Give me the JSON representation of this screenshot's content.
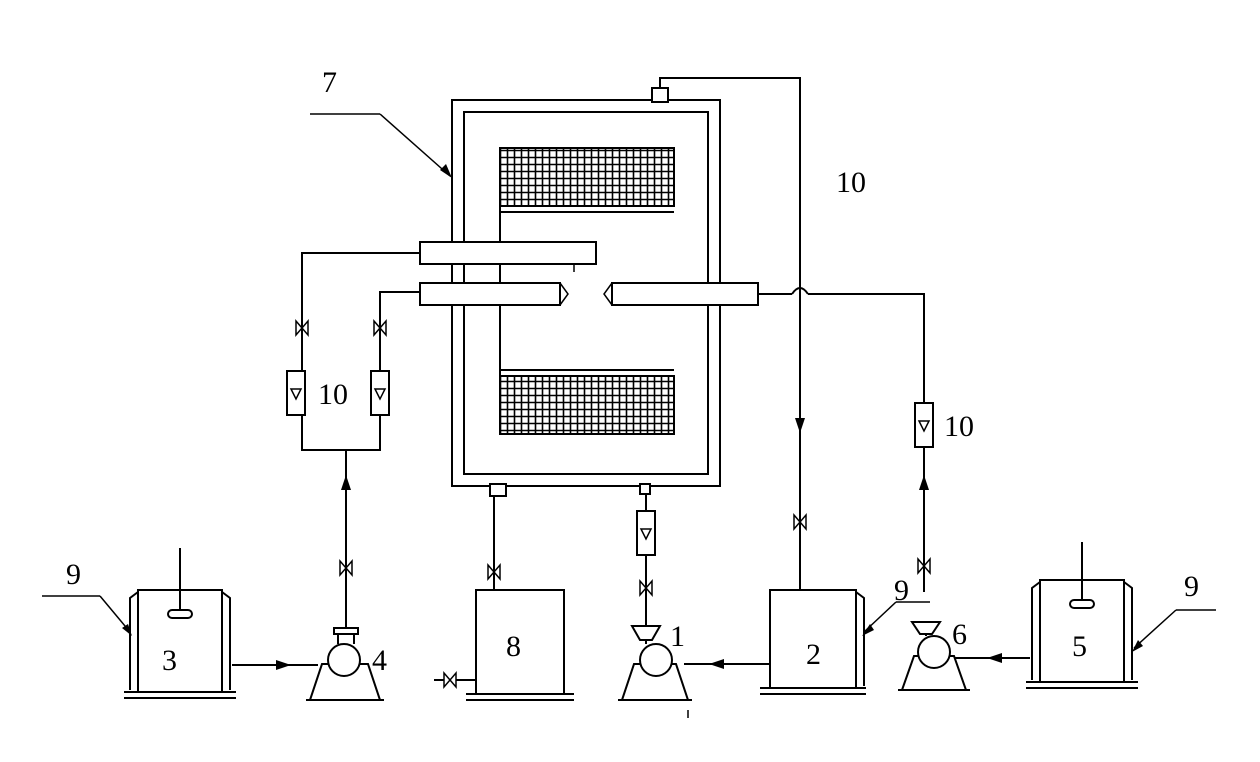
{
  "colors": {
    "line": "#000000",
    "background": "#ffffff"
  },
  "labels": {
    "reactor": "7",
    "flowmeter_top_right": "10",
    "flowmeter_left": "10",
    "flowmeter_right": "10",
    "tank_left": "3",
    "pump_left": "4",
    "collector": "8",
    "pump_middle": "1",
    "tank_middle": "2",
    "pump_right": "6",
    "tank_right": "5",
    "jacket_left": "9",
    "jacket_middle": "9",
    "jacket_right": "9"
  }
}
